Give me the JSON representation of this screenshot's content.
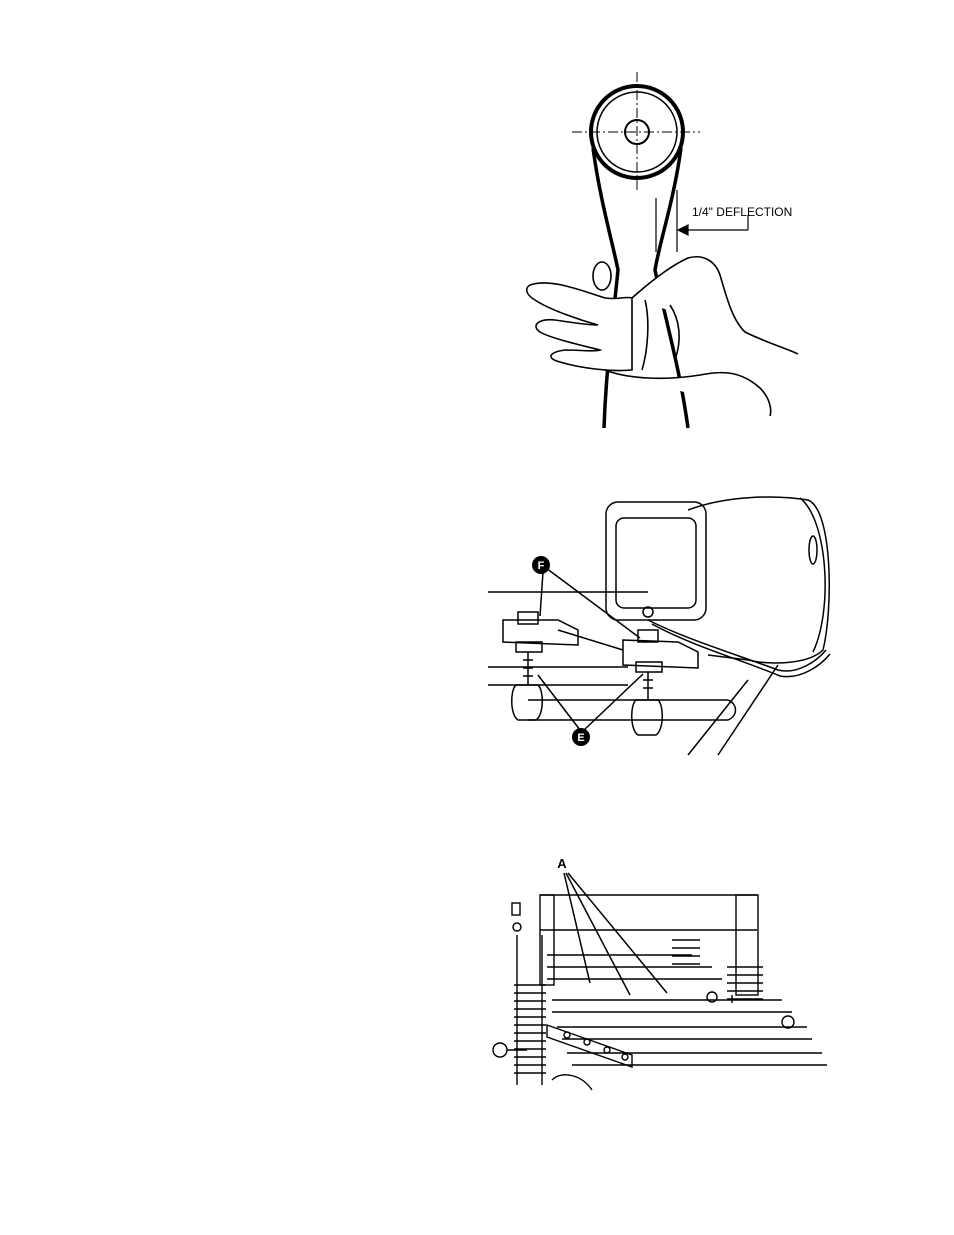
{
  "figure1": {
    "callout": "1/4\" DEFLECTION"
  },
  "figure2": {
    "label_f": "F",
    "label_e": "E"
  },
  "figure3": {
    "label_a": "A"
  }
}
